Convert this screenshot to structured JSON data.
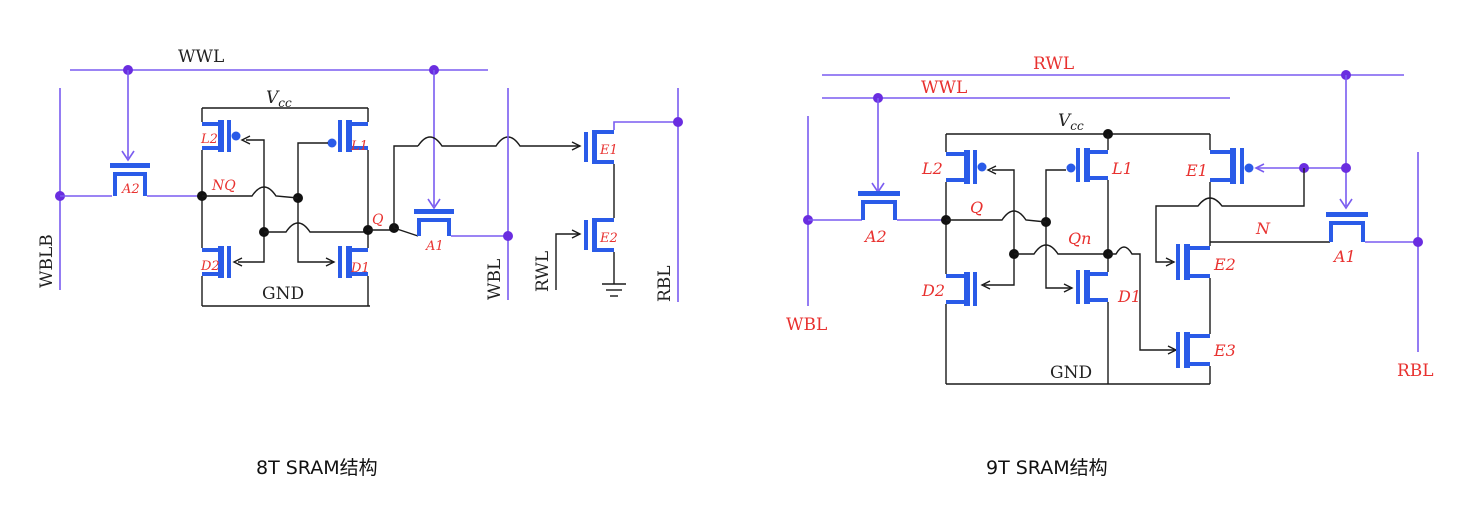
{
  "colors": {
    "transistor": "#2a5be8",
    "wordline": "#7a5cf0",
    "wire": "#1a1a1a",
    "label_red": "#e8312f",
    "junction_purple": "#6a2de0"
  },
  "diagram_8t": {
    "caption": "8T SRAM结构",
    "signals": {
      "wwl": "WWL",
      "vcc_main": "V",
      "vcc_sub": "cc",
      "gnd": "GND",
      "wblb": "WBLB",
      "wbl": "WBL",
      "rwl": "RWL",
      "rbl": "RBL"
    },
    "nodes": {
      "nq": "NQ",
      "q": "Q"
    },
    "transistors": {
      "a2": "A2",
      "a1": "A1",
      "l2": "L2",
      "l1": "L1",
      "d2": "D2",
      "d1": "D1",
      "e1": "E1",
      "e2": "E2"
    }
  },
  "diagram_9t": {
    "caption": "9T SRAM结构",
    "signals": {
      "rwl": "RWL",
      "wwl": "WWL",
      "vcc_main": "V",
      "vcc_sub": "cc",
      "gnd": "GND",
      "wbl": "WBL",
      "rbl": "RBL"
    },
    "nodes": {
      "q": "Q",
      "qn": "Qn",
      "n": "N"
    },
    "transistors": {
      "a2": "A2",
      "a1": "A1",
      "l2": "L2",
      "l1": "L1",
      "d2": "D2",
      "d1": "D1",
      "e1": "E1",
      "e2": "E2",
      "e3": "E3"
    }
  }
}
